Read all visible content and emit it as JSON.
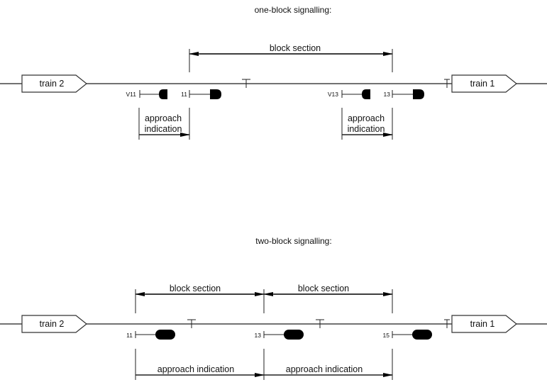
{
  "diagrams": {
    "one_block": {
      "title": "one-block signalling:",
      "train_left": "train 2",
      "train_right": "train 1",
      "block_section": "block section",
      "approach_1_line1": "approach",
      "approach_1_line2": "indication",
      "approach_2_line1": "approach",
      "approach_2_line2": "indication",
      "signals": [
        "V11",
        "11",
        "V13",
        "13"
      ]
    },
    "two_block": {
      "title": "two-block signalling:",
      "train_left": "train 2",
      "train_right": "train 1",
      "block_section_1": "block section",
      "block_section_2": "block section",
      "approach_1": "approach indication",
      "approach_2": "approach indication",
      "signals": [
        "11",
        "13",
        "15"
      ]
    }
  }
}
